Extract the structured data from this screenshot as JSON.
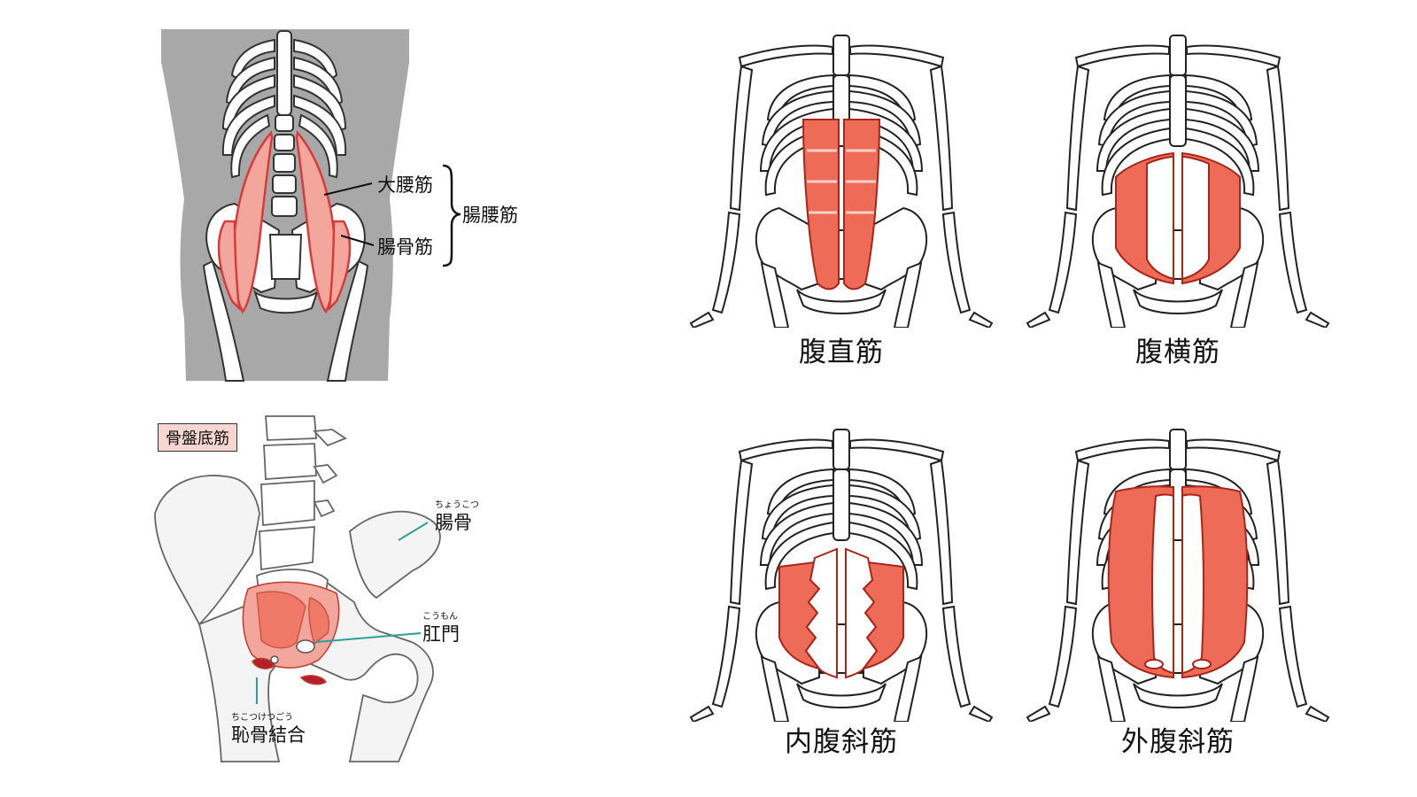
{
  "iliopsoas": {
    "psoas_major": "大腰筋",
    "iliacus": "腸骨筋",
    "group": "腸腰筋"
  },
  "pelvic_floor": {
    "tag": "骨盤底筋",
    "ilium": {
      "ruby": "ちょうこつ",
      "label": "腸骨"
    },
    "anus": {
      "ruby": "こうもん",
      "label": "肛門"
    },
    "pubic_symphysis": {
      "ruby": "ちこつけつごう",
      "label": "恥骨結合"
    }
  },
  "abdominals": {
    "rectus": "腹直筋",
    "transversus": "腹横筋",
    "internal_oblique": "内腹斜筋",
    "external_oblique": "外腹斜筋"
  },
  "colors": {
    "muscle": "#ee6b57",
    "muscle_light": "#f3a79c",
    "body_gray": "#a8a8a8",
    "bone": "#ffffff",
    "outline": "#222222",
    "teal_leader": "#2aa198",
    "muscle_outline": "#c0392b"
  }
}
